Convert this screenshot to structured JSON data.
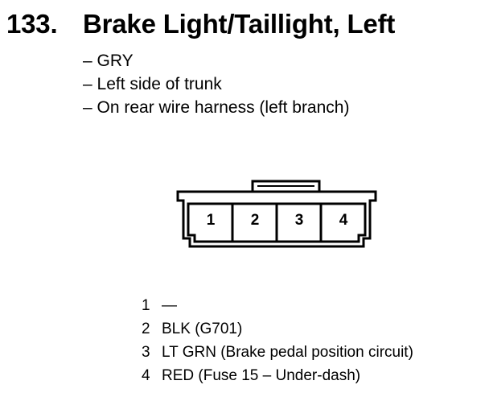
{
  "title": {
    "number": "133.",
    "text": "Brake Light/Taillight, Left"
  },
  "details": [
    "– GRY",
    "– Left side of trunk",
    "– On rear wire harness (left branch)"
  ],
  "connector": {
    "cavities": [
      "1",
      "2",
      "3",
      "4"
    ]
  },
  "pins": [
    {
      "num": "1",
      "desc": "—"
    },
    {
      "num": "2",
      "desc": "BLK (G701)"
    },
    {
      "num": "3",
      "desc": "LT GRN (Brake pedal position circuit)"
    },
    {
      "num": "4",
      "desc": "RED (Fuse 15 – Under-dash)"
    }
  ]
}
